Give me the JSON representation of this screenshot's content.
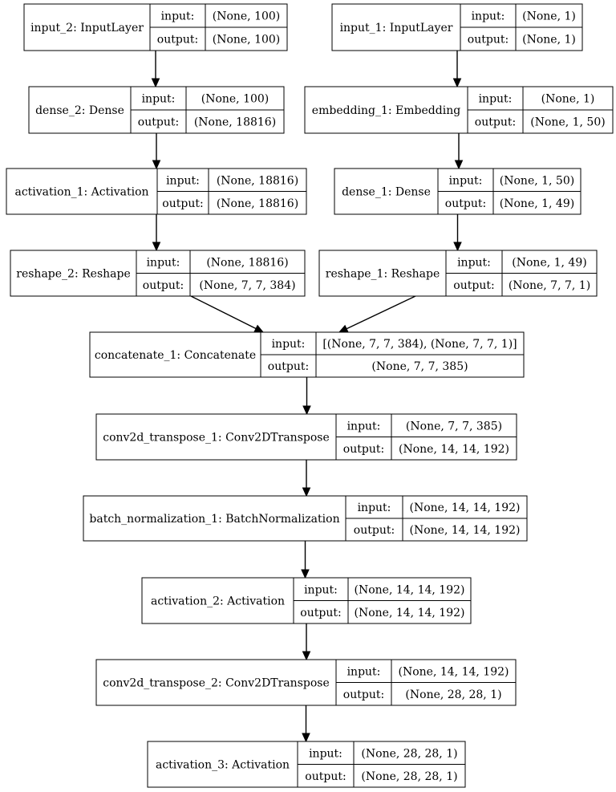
{
  "port_labels": {
    "input": "input:",
    "output": "output:"
  },
  "nodes": [
    {
      "id": "input_2",
      "name": "input_2: InputLayer",
      "input": "(None, 100)",
      "output": "(None, 100)"
    },
    {
      "id": "input_1",
      "name": "input_1: InputLayer",
      "input": "(None, 1)",
      "output": "(None, 1)"
    },
    {
      "id": "dense_2",
      "name": "dense_2: Dense",
      "input": "(None, 100)",
      "output": "(None, 18816)"
    },
    {
      "id": "embedding_1",
      "name": "embedding_1: Embedding",
      "input": "(None, 1)",
      "output": "(None, 1, 50)"
    },
    {
      "id": "activation_1",
      "name": "activation_1: Activation",
      "input": "(None, 18816)",
      "output": "(None, 18816)"
    },
    {
      "id": "dense_1",
      "name": "dense_1: Dense",
      "input": "(None, 1, 50)",
      "output": "(None, 1, 49)"
    },
    {
      "id": "reshape_2",
      "name": "reshape_2: Reshape",
      "input": "(None, 18816)",
      "output": "(None, 7, 7, 384)"
    },
    {
      "id": "reshape_1",
      "name": "reshape_1: Reshape",
      "input": "(None, 1, 49)",
      "output": "(None, 7, 7, 1)"
    },
    {
      "id": "concatenate_1",
      "name": "concatenate_1: Concatenate",
      "input": "[(None, 7, 7, 384), (None, 7, 7, 1)]",
      "output": "(None, 7, 7, 385)"
    },
    {
      "id": "conv2d_transpose_1",
      "name": "conv2d_transpose_1: Conv2DTranspose",
      "input": "(None, 7, 7, 385)",
      "output": "(None, 14, 14, 192)"
    },
    {
      "id": "batch_normalization_1",
      "name": "batch_normalization_1: BatchNormalization",
      "input": "(None, 14, 14, 192)",
      "output": "(None, 14, 14, 192)"
    },
    {
      "id": "activation_2",
      "name": "activation_2: Activation",
      "input": "(None, 14, 14, 192)",
      "output": "(None, 14, 14, 192)"
    },
    {
      "id": "conv2d_transpose_2",
      "name": "conv2d_transpose_2: Conv2DTranspose",
      "input": "(None, 14, 14, 192)",
      "output": "(None, 28, 28, 1)"
    },
    {
      "id": "activation_3",
      "name": "activation_3: Activation",
      "input": "(None, 28, 28, 1)",
      "output": "(None, 28, 28, 1)"
    }
  ],
  "edges": [
    [
      "input_2",
      "dense_2"
    ],
    [
      "input_1",
      "embedding_1"
    ],
    [
      "dense_2",
      "activation_1"
    ],
    [
      "embedding_1",
      "dense_1"
    ],
    [
      "activation_1",
      "reshape_2"
    ],
    [
      "dense_1",
      "reshape_1"
    ],
    [
      "reshape_2",
      "concatenate_1"
    ],
    [
      "reshape_1",
      "concatenate_1"
    ],
    [
      "concatenate_1",
      "conv2d_transpose_1"
    ],
    [
      "conv2d_transpose_1",
      "batch_normalization_1"
    ],
    [
      "batch_normalization_1",
      "activation_2"
    ],
    [
      "activation_2",
      "conv2d_transpose_2"
    ],
    [
      "conv2d_transpose_2",
      "activation_3"
    ]
  ]
}
